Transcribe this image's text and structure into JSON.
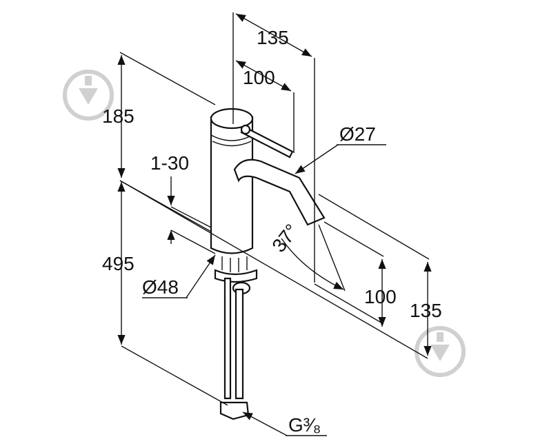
{
  "drawing": {
    "dimensions": {
      "depth_total": "135",
      "lever_offset": "100",
      "top_height": "185",
      "spout_diameter": "Ø27",
      "deck_thickness": "1-30",
      "total_height": "495",
      "angle": "37°",
      "body_diameter": "Ø48",
      "spout_height": "100",
      "spout_reach": "135",
      "connection": "G³⁄₈"
    },
    "watermark_icons": [
      "brand-logo-icon",
      "brand-logo-icon"
    ]
  }
}
